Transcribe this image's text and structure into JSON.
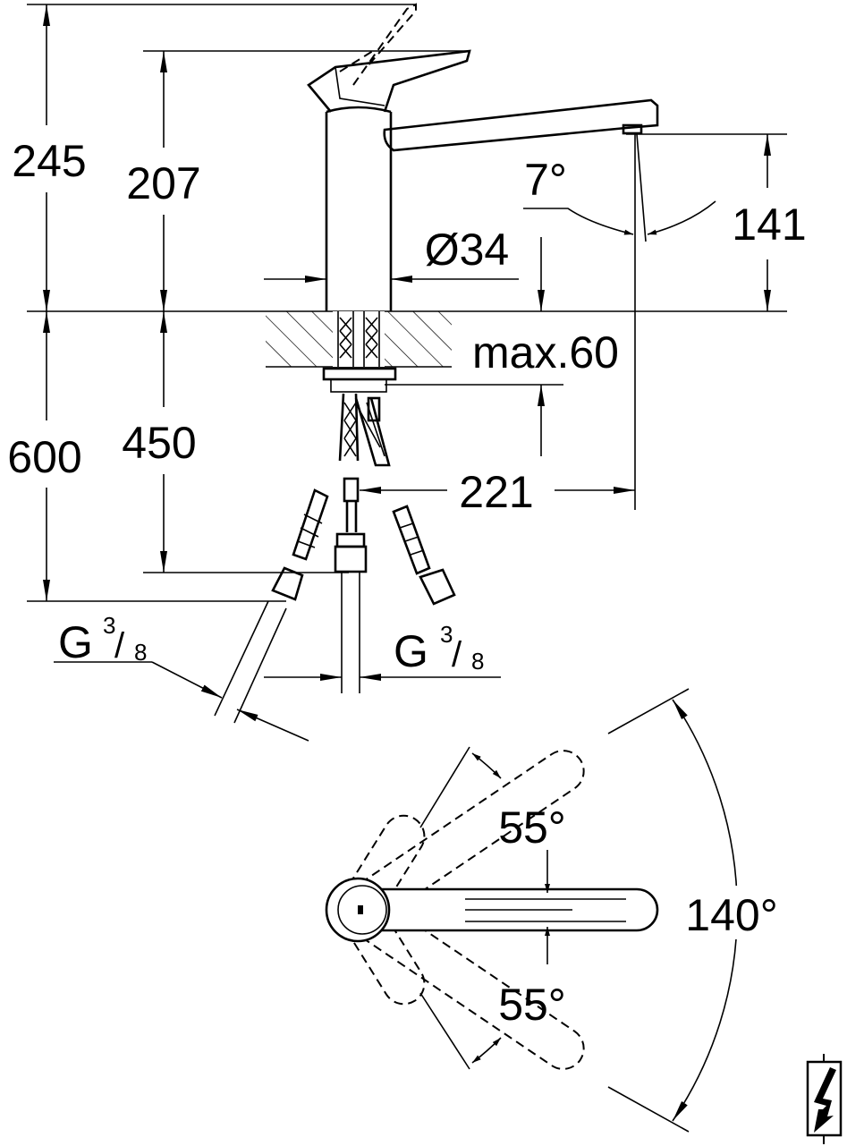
{
  "drawing": {
    "dimensions": {
      "total_height": "245",
      "lever_height": "207",
      "spout_angle": "7°",
      "spout_height": "141",
      "body_diameter": "Ø34",
      "countertop_max": "max.60",
      "hose_length_total": "600",
      "hose_length": "450",
      "spout_reach": "221"
    },
    "connections": [
      {
        "prefix": "G",
        "num": "3",
        "den": "8"
      },
      {
        "prefix": "G",
        "num": "3",
        "den": "8"
      }
    ],
    "lever_rotation": {
      "upper_angle": "55°",
      "lower_angle": "55°",
      "total_angle": "140°"
    },
    "symbol": "electrical-hazard-icon"
  }
}
